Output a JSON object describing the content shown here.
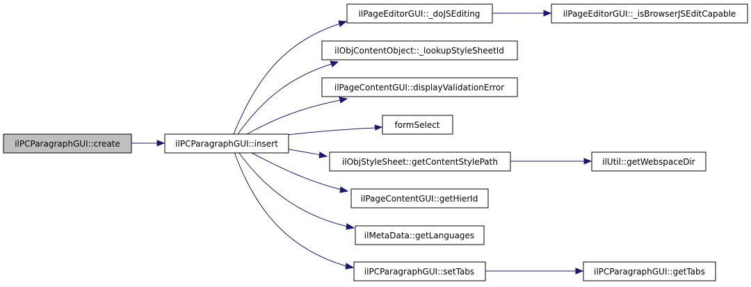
{
  "colors": {
    "background": "#ffffff",
    "root_fill": "#bfbfbf",
    "node_fill": "#ffffff",
    "node_border": "#000000",
    "edge": "#191970"
  },
  "nodes": {
    "create": "ilPCParagraphGUI::create",
    "insert": "ilPCParagraphGUI::insert",
    "doJSEditing": "ilPageEditorGUI::_doJSEditing",
    "isBrowserJSEditCapable": "ilPageEditorGUI::_isBrowserJSEditCapable",
    "lookupStyleSheetId": "ilObjContentObject::_lookupStyleSheetId",
    "displayValidationError": "ilPageContentGUI::displayValidationError",
    "formSelect": "formSelect",
    "getContentStylePath": "ilObjStyleSheet::getContentStylePath",
    "getWebspaceDir": "ilUtil::getWebspaceDir",
    "getHierId": "ilPageContentGUI::getHierId",
    "getLanguages": "ilMetaData::getLanguages",
    "setTabs": "ilPCParagraphGUI::setTabs",
    "getTabs": "ilPCParagraphGUI::getTabs"
  }
}
